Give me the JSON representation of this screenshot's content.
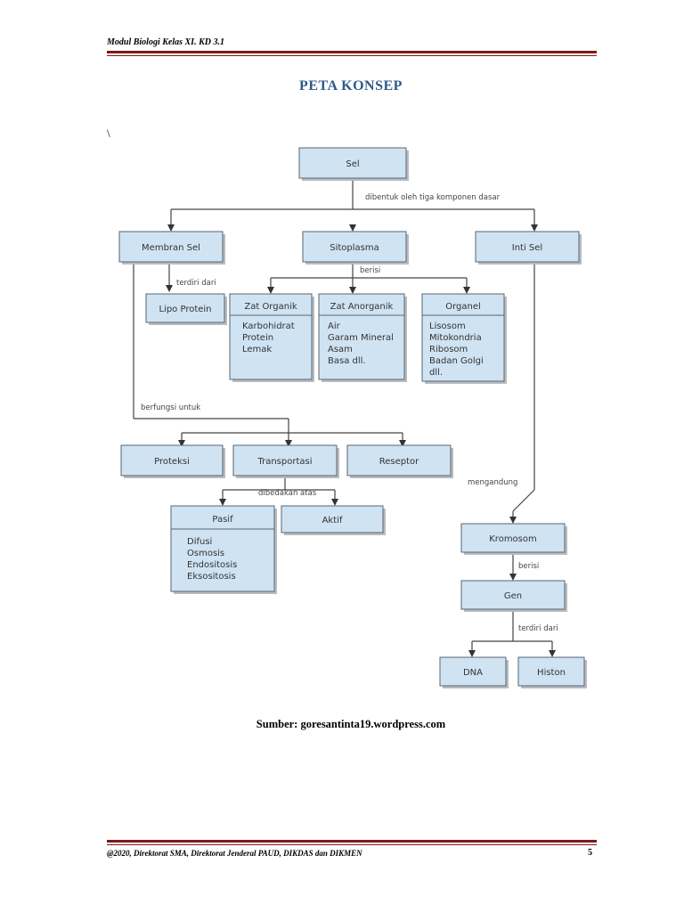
{
  "header": {
    "text": "Modul  Biologi Kelas XI. KD  3.1"
  },
  "title": "PETA KONSEP",
  "stray_mark": "\\",
  "diagram": {
    "nodes": {
      "sel": "Sel",
      "membran": "Membran Sel",
      "sitoplasma": "Sitoplasma",
      "inti": "Inti Sel",
      "lipo": "Lipo Protein",
      "zat_organik": {
        "title": "Zat Organik",
        "items": [
          "Karbohidrat",
          "Protein",
          "Lemak"
        ]
      },
      "zat_anorganik": {
        "title": "Zat Anorganik",
        "items": [
          "Air",
          "Garam Mineral",
          "Asam",
          "Basa dll."
        ]
      },
      "organel": {
        "title": "Organel",
        "items": [
          "Lisosom",
          "Mitokondria",
          "Ribosom",
          "Badan Golgi",
          "dll."
        ]
      },
      "proteksi": "Proteksi",
      "transportasi": "Transportasi",
      "reseptor": "Reseptor",
      "pasif": {
        "title": "Pasif",
        "items": [
          "Difusi",
          "Osmosis",
          "Endositosis",
          "Eksositosis"
        ]
      },
      "aktif": "Aktif",
      "kromosom": "Kromosom",
      "gen": "Gen",
      "dna": "DNA",
      "histon": "Histon"
    },
    "connectors": {
      "dibentuk": "dibentuk oleh tiga komponen dasar",
      "terdiri1": "terdiri dari",
      "berisi1": "berisi",
      "berfungsi": "berfungsi untuk",
      "dibedakan": "dibedakan atas",
      "mengandung": "mengandung",
      "berisi2": "berisi",
      "terdiri2": "terdiri dari"
    }
  },
  "source": "Sumber: goresantinta19.wordpress.com",
  "footer": {
    "text": "@2020, Direktorat SMA, Direktorat Jenderal PAUD, DIKDAS dan DIKMEN",
    "page": "5"
  }
}
